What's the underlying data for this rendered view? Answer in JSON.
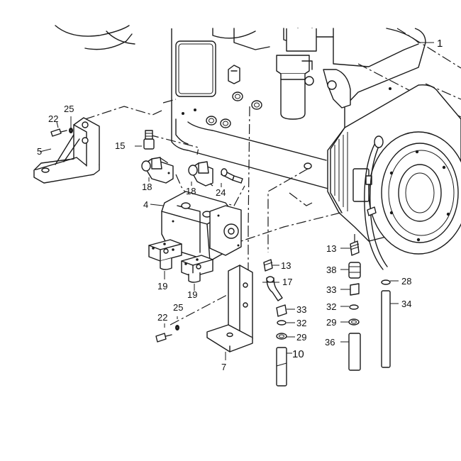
{
  "callouts": {
    "c1": "1",
    "c4": "4",
    "c5": "5",
    "c7": "7",
    "c10": "10",
    "c13a": "13",
    "c13b": "13",
    "c15": "15",
    "c17": "17",
    "c18a": "18",
    "c18b": "18",
    "c19a": "19",
    "c19b": "19",
    "c22a": "22",
    "c22b": "22",
    "c24": "24",
    "c25a": "25",
    "c25b": "25",
    "c28": "28",
    "c29a": "29",
    "c29b": "29",
    "c32a": "32",
    "c32b": "32",
    "c33a": "33",
    "c33b": "33",
    "c34": "34",
    "c36": "36",
    "c38": "38"
  },
  "colors": {
    "ink": "#1a1a1a",
    "paper": "#ffffff",
    "shade": "#e8e8e8"
  }
}
